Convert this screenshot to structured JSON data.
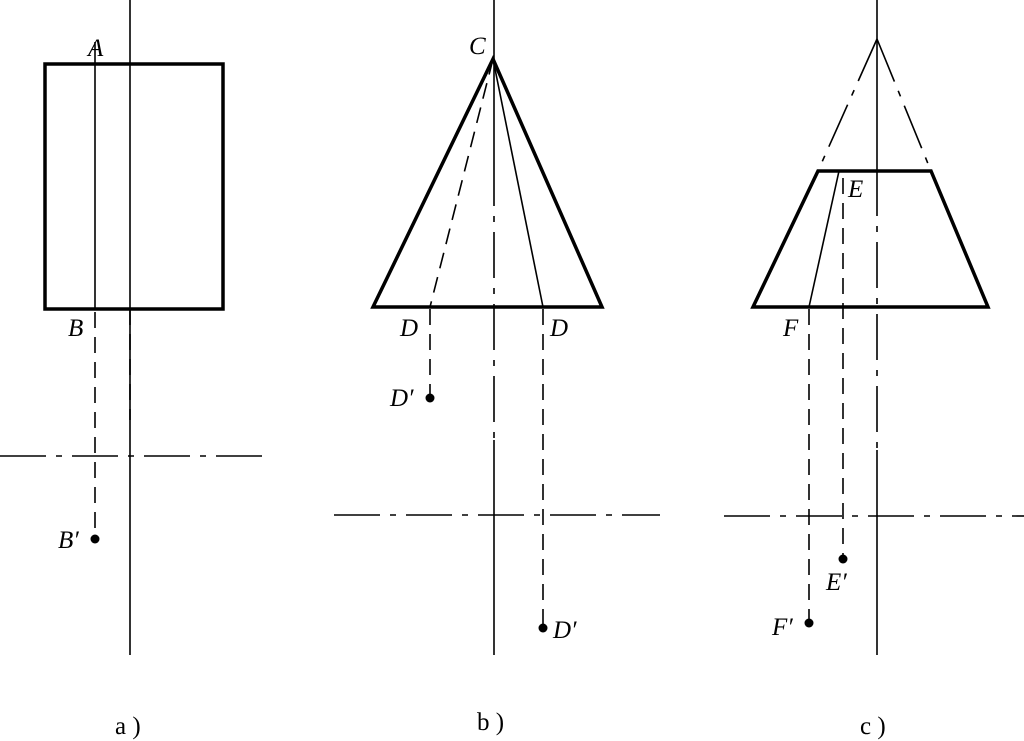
{
  "panel_a": {
    "label_top": "A",
    "label_bottom": "B",
    "label_projection": "B′",
    "caption": "a )"
  },
  "panel_b": {
    "label_apex": "C",
    "label_base_left": "D",
    "label_base_right": "D",
    "label_projection_left": "D′",
    "label_projection_right": "D′",
    "caption": "b )"
  },
  "panel_c": {
    "label_top": "E",
    "label_bottom": "F",
    "label_projection_e": "E′",
    "label_projection_f": "F′",
    "caption": "c )"
  }
}
